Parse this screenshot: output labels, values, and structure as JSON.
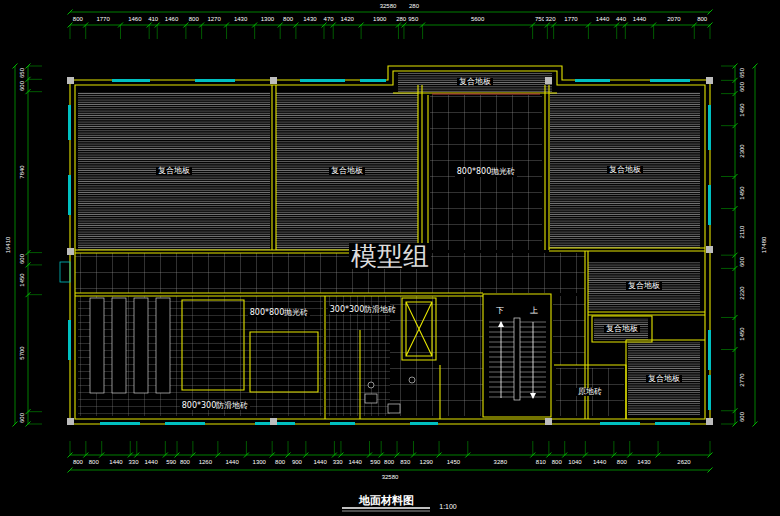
{
  "diagram": {
    "title": "地面材料图",
    "caption": "1:100",
    "nodes": [
      {
        "text": [
          "复合地板"
        ]
      },
      {
        "text": [
          "复合地板"
        ]
      },
      {
        "text": [
          "复合地板"
        ]
      },
      {
        "text": [
          "800*800抛光砖"
        ]
      },
      {
        "text": [
          "复合地板"
        ]
      },
      {
        "text": [
          "复合地板"
        ]
      },
      {
        "text": [
          "300*300防滑地砖"
        ]
      },
      {
        "text": [
          "800*800抛光砖"
        ]
      },
      {
        "text": [
          "复合地板"
        ]
      },
      {
        "text": [
          "复合地板"
        ]
      },
      {
        "text": [
          "原地砖"
        ]
      },
      {
        "text": [
          "800*300防滑地砖"
        ]
      }
    ],
    "labels": [
      "32580",
      "280",
      "800",
      "1770",
      "1460",
      "410",
      "1460",
      "800",
      "1270",
      "1430",
      "1300",
      "800",
      "1430",
      "470",
      "1420",
      "1900",
      "280",
      "950",
      "5600",
      "750",
      "320",
      "1770",
      "1440",
      "440",
      "1440",
      "2070",
      "800",
      "800",
      "800",
      "1440",
      "330",
      "1440",
      "590",
      "800",
      "1260",
      "1440",
      "1300",
      "800",
      "900",
      "1440",
      "330",
      "1440",
      "590",
      "800",
      "830",
      "1290",
      "1450",
      "3280",
      "810",
      "800",
      "1040",
      "1440",
      "800",
      "1430",
      "2620",
      "32580",
      "650",
      "600",
      "7840",
      "600",
      "1450",
      "5700",
      "600",
      "16410",
      "650",
      "600",
      "1450",
      "2300",
      "1450",
      "2110",
      "600",
      "2220",
      "1450",
      "2770",
      "600",
      "17480",
      "下",
      "上",
      "模型组"
    ]
  }
}
